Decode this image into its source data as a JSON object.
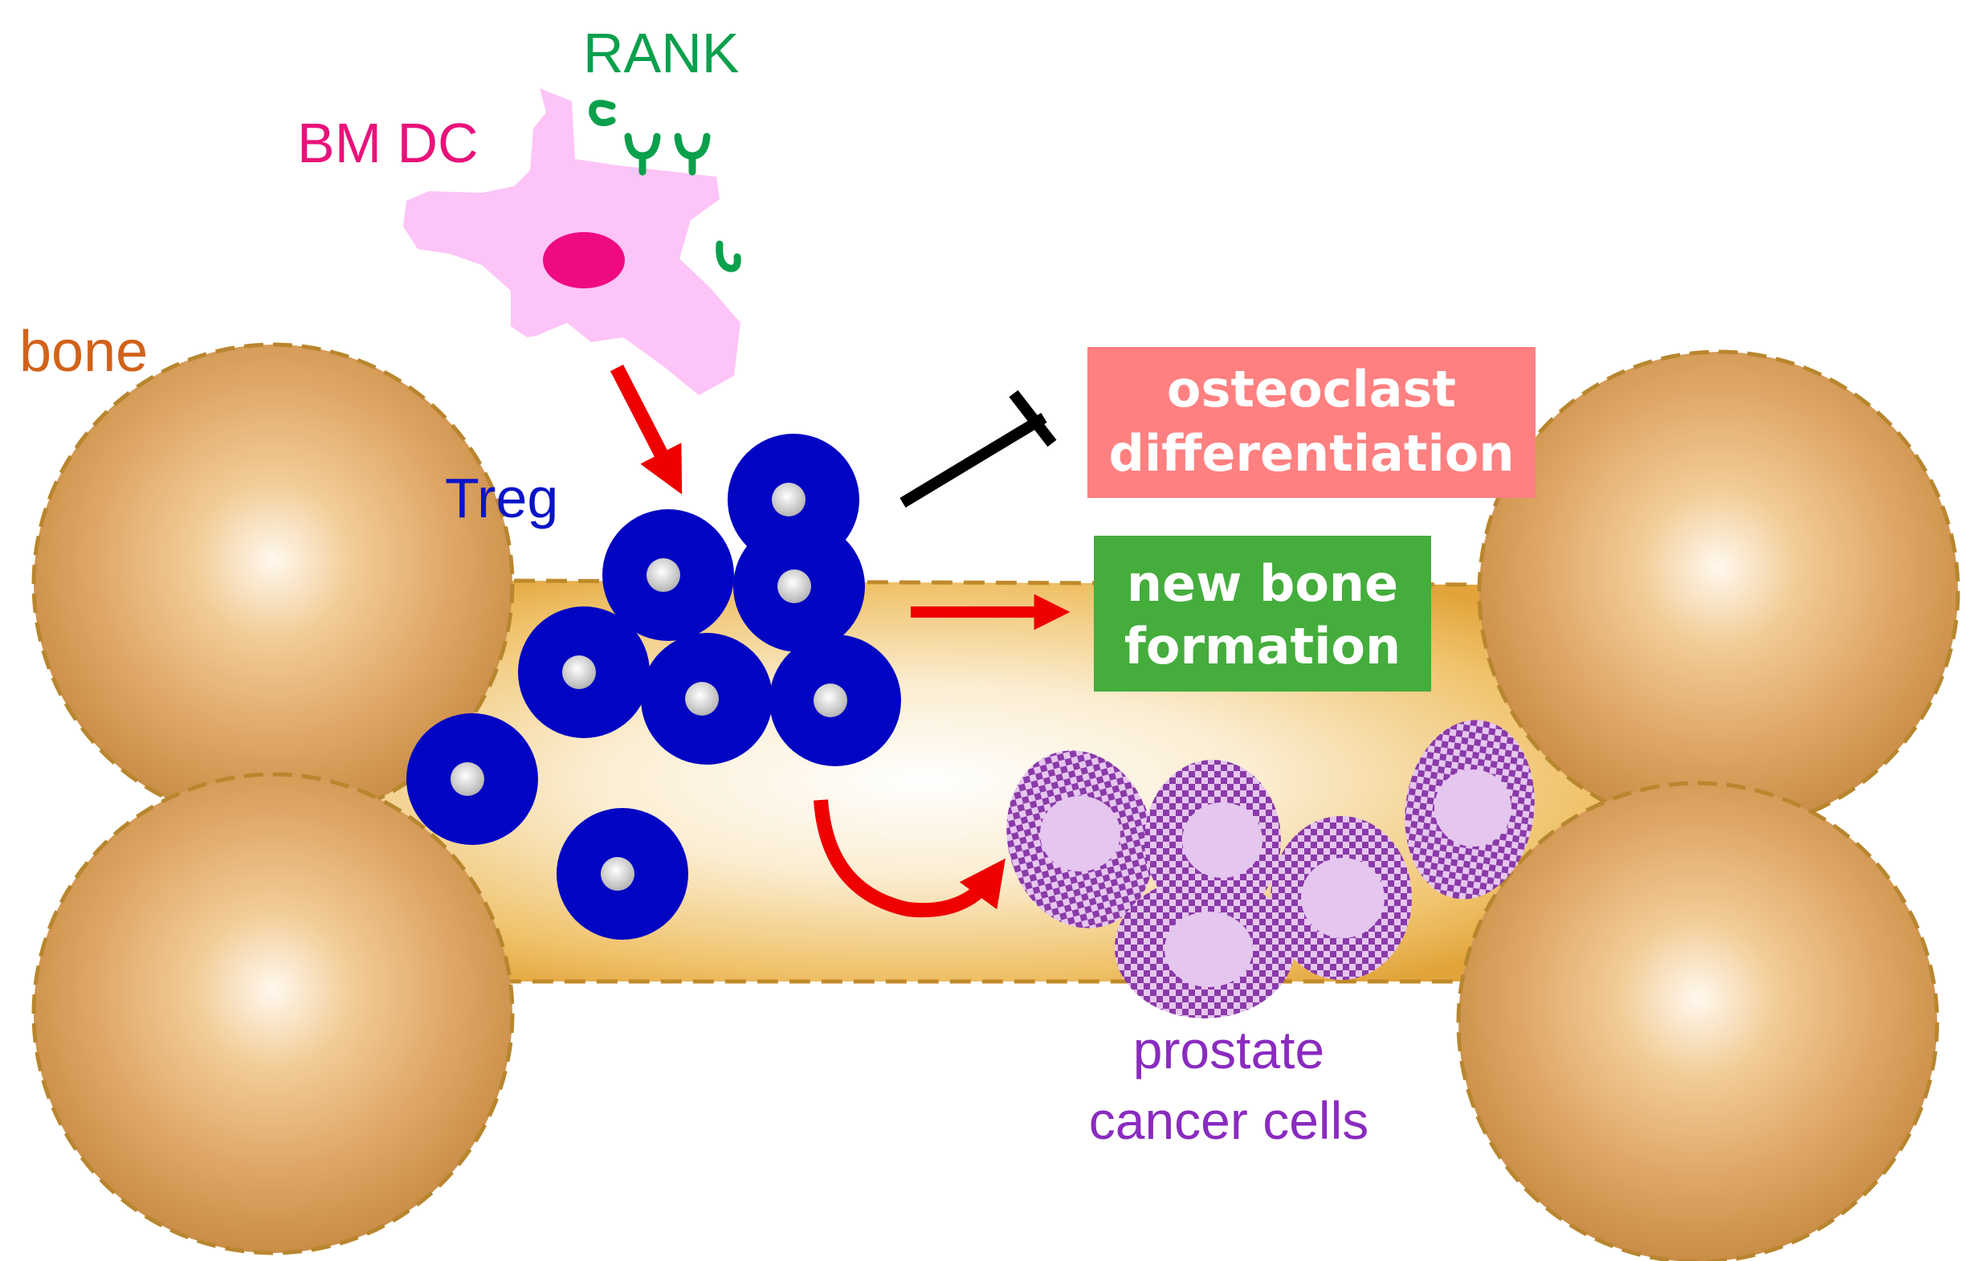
{
  "labels": {
    "rank": "RANK",
    "bm_dc": "BM DC",
    "bone": "bone",
    "treg": "Treg",
    "prostate_line1": "prostate",
    "prostate_line2": "cancer cells"
  },
  "boxes": {
    "osteoclast_line1": "osteoclast",
    "osteoclast_line2": "differentiation",
    "new_bone_line1": "new bone",
    "new_bone_line2": "formation"
  },
  "colors": {
    "rank": "#0aa04c",
    "bm_dc": "#e8127a",
    "bone_label": "#d2621a",
    "treg": "#0a14c8",
    "prostate_label": "#8a2bc0",
    "osteoclast_box": "#ff8080",
    "new_bone_box": "#44ad3c",
    "arrow_red": "#ee0000",
    "inhibit": "#000000"
  }
}
